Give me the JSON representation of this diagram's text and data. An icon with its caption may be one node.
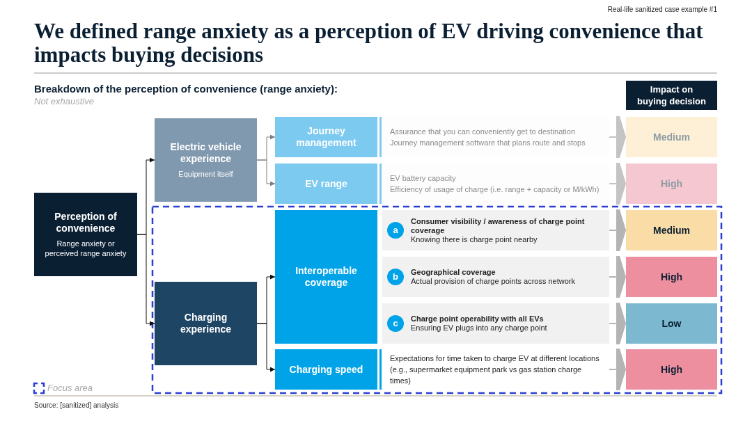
{
  "diagram": {
    "title": "We defined range anxiety as a perception of EV driving convenience that impacts buying decisions",
    "nodes": [
      {
        "text": [
          "Perception of convenience",
          "Range anxiety or perceived range anxiety"
        ]
      },
      {
        "text": [
          "Electric vehicle experience",
          "Equipment itself"
        ]
      },
      {
        "text": [
          "Journey management"
        ]
      },
      {
        "text": [
          "EV range"
        ]
      },
      {
        "text": [
          "Charging experience"
        ]
      },
      {
        "text": [
          "Interoperable coverage"
        ]
      },
      {
        "text": [
          "Charging speed"
        ]
      },
      {
        "text": [
          "Assurance that you can conveniently get to destination",
          "Journey management software that plans route and stops"
        ]
      },
      {
        "text": [
          "EV battery capacity",
          "Efficiency of usage of charge (i.e. range + capacity or M/kWh)"
        ]
      },
      {
        "text": [
          "a",
          "Consumer visibility / awareness of charge point coverage",
          "Knowing there is charge point nearby"
        ]
      },
      {
        "text": [
          "b",
          "Geographical coverage",
          "Actual provision of charge points across network"
        ]
      },
      {
        "text": [
          "c",
          "Charge point operability with all EVs",
          "Ensuring EV plugs into any charge point"
        ]
      },
      {
        "text": [
          "Expectations for time taken to charge EV at different locations (e.g., supermarket equipment park vs gas station charge times)"
        ]
      },
      {
        "text": [
          "Impact on buying decision"
        ]
      },
      {
        "text": [
          "Medium"
        ]
      },
      {
        "text": [
          "High"
        ]
      },
      {
        "text": [
          "Medium"
        ]
      },
      {
        "text": [
          "High"
        ]
      },
      {
        "text": [
          "Low"
        ]
      },
      {
        "text": [
          "High"
        ]
      }
    ],
    "edges": [
      {
        "from": 0,
        "to": 1,
        "arrow": "to"
      },
      {
        "from": 0,
        "to": 4,
        "arrow": "to"
      },
      {
        "from": 1,
        "to": 2,
        "arrow": "to",
        "color": "#7f7f7f"
      },
      {
        "from": 1,
        "to": 3,
        "arrow": "to",
        "color": "#7f7f7f"
      },
      {
        "from": 4,
        "to": 5,
        "arrow": "to"
      },
      {
        "from": 4,
        "to": 6,
        "arrow": "to"
      },
      {
        "from": 7,
        "to": 14,
        "arrow": "to",
        "color": "#c4c4c4"
      },
      {
        "from": 8,
        "to": 15,
        "arrow": "to",
        "color": "#c4c4c4"
      },
      {
        "from": 9,
        "to": 16,
        "arrow": "to",
        "color": "#b4b4b4"
      },
      {
        "from": 10,
        "to": 17,
        "arrow": "to",
        "color": "#b4b4b4"
      },
      {
        "from": 11,
        "to": 18,
        "arrow": "to",
        "color": "#b4b4b4"
      },
      {
        "from": 12,
        "to": 19,
        "arrow": "to",
        "color": "#b4b4b4"
      }
    ],
    "labels": [
      "Real-life sanitized case example #1",
      "Breakdown of the perception of convenience (range anxiety):",
      "Not exhaustive",
      "Source: [sanitized] analysis"
    ],
    "legend": [
      {
        "text": "Focus area"
      }
    ]
  }
}
